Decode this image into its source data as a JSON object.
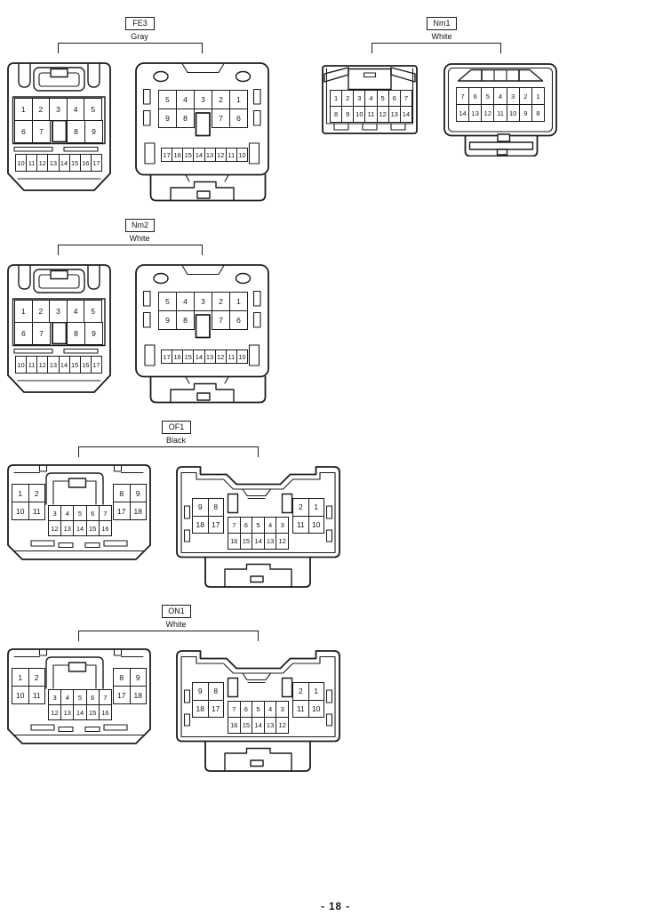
{
  "page": {
    "footer": "- 18 -"
  },
  "groups": [
    {
      "code": "FE3",
      "color": "Gray",
      "female": {
        "row1": [
          "1",
          "2",
          "3",
          "4",
          "5"
        ],
        "row2_left": [
          "6",
          "7"
        ],
        "row2_right": [
          "8",
          "9"
        ],
        "row3": [
          "10",
          "11",
          "12",
          "13",
          "14",
          "15",
          "16",
          "17"
        ]
      },
      "male": {
        "row1": [
          "5",
          "4",
          "3",
          "2",
          "1"
        ],
        "row2_left": [
          "9",
          "8"
        ],
        "row2_right": [
          "7",
          "6"
        ],
        "row3": [
          "17",
          "16",
          "15",
          "14",
          "13",
          "12",
          "11",
          "10"
        ]
      }
    },
    {
      "code": "Nm1",
      "color": "White",
      "female": {
        "row1": [
          "1",
          "2",
          "3",
          "4",
          "5",
          "6",
          "7"
        ],
        "row2": [
          "8",
          "9",
          "10",
          "11",
          "12",
          "13",
          "14"
        ]
      },
      "male": {
        "row1": [
          "7",
          "6",
          "5",
          "4",
          "3",
          "2",
          "1"
        ],
        "row2": [
          "14",
          "13",
          "12",
          "11",
          "10",
          "9",
          "8"
        ]
      }
    },
    {
      "code": "Nm2",
      "color": "White",
      "female": {
        "row1": [
          "1",
          "2",
          "3",
          "4",
          "5"
        ],
        "row2_left": [
          "6",
          "7"
        ],
        "row2_right": [
          "8",
          "9"
        ],
        "row3": [
          "10",
          "11",
          "12",
          "13",
          "14",
          "15",
          "16",
          "17"
        ]
      },
      "male": {
        "row1": [
          "5",
          "4",
          "3",
          "2",
          "1"
        ],
        "row2_left": [
          "9",
          "8"
        ],
        "row2_right": [
          "7",
          "6"
        ],
        "row3": [
          "17",
          "16",
          "15",
          "14",
          "13",
          "12",
          "11",
          "10"
        ]
      }
    },
    {
      "code": "OF1",
      "color": "Black",
      "female": {
        "left_block": [
          "1",
          "2",
          "10",
          "11"
        ],
        "center": [
          "3",
          "4",
          "5",
          "6",
          "7",
          "12",
          "13",
          "14",
          "15",
          "16"
        ],
        "right_block": [
          "8",
          "9",
          "17",
          "18"
        ]
      },
      "male": {
        "left_block": [
          "9",
          "8",
          "18",
          "17"
        ],
        "center": [
          "7",
          "6",
          "5",
          "4",
          "3",
          "16",
          "15",
          "14",
          "13",
          "12"
        ],
        "right_block": [
          "2",
          "1",
          "11",
          "10"
        ]
      }
    },
    {
      "code": "ON1",
      "color": "White",
      "female": {
        "left_block": [
          "1",
          "2",
          "10",
          "11"
        ],
        "center": [
          "3",
          "4",
          "5",
          "6",
          "7",
          "12",
          "13",
          "14",
          "15",
          "16"
        ],
        "right_block": [
          "8",
          "9",
          "17",
          "18"
        ]
      },
      "male": {
        "left_block": [
          "9",
          "8",
          "18",
          "17"
        ],
        "center": [
          "7",
          "6",
          "5",
          "4",
          "3",
          "16",
          "15",
          "14",
          "13",
          "12"
        ],
        "right_block": [
          "2",
          "1",
          "11",
          "10"
        ]
      }
    }
  ]
}
